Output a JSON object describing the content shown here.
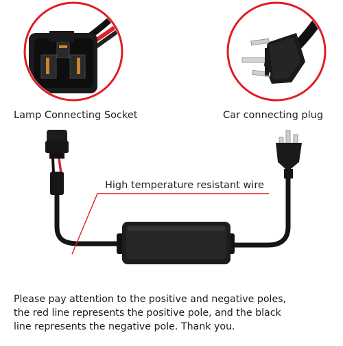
{
  "labels": {
    "socket": "Lamp Connecting Socket",
    "plug": "Car connecting plug",
    "wire": "High temperature resistant wire"
  },
  "notice": {
    "line1": "Please pay attention to the positive and negative poles,",
    "line2": "the red line represents the positive pole, and the black",
    "line3": "line represents the negative pole. Thank you."
  },
  "colors": {
    "accent_red": "#e31b23",
    "positive_wire": "#d7262e",
    "cable_black": "#151515",
    "text": "#222222"
  },
  "icons": [
    "lamp-socket-closeup",
    "car-plug-closeup",
    "decoder-box",
    "lamp-socket-connector",
    "car-plug-connector"
  ]
}
